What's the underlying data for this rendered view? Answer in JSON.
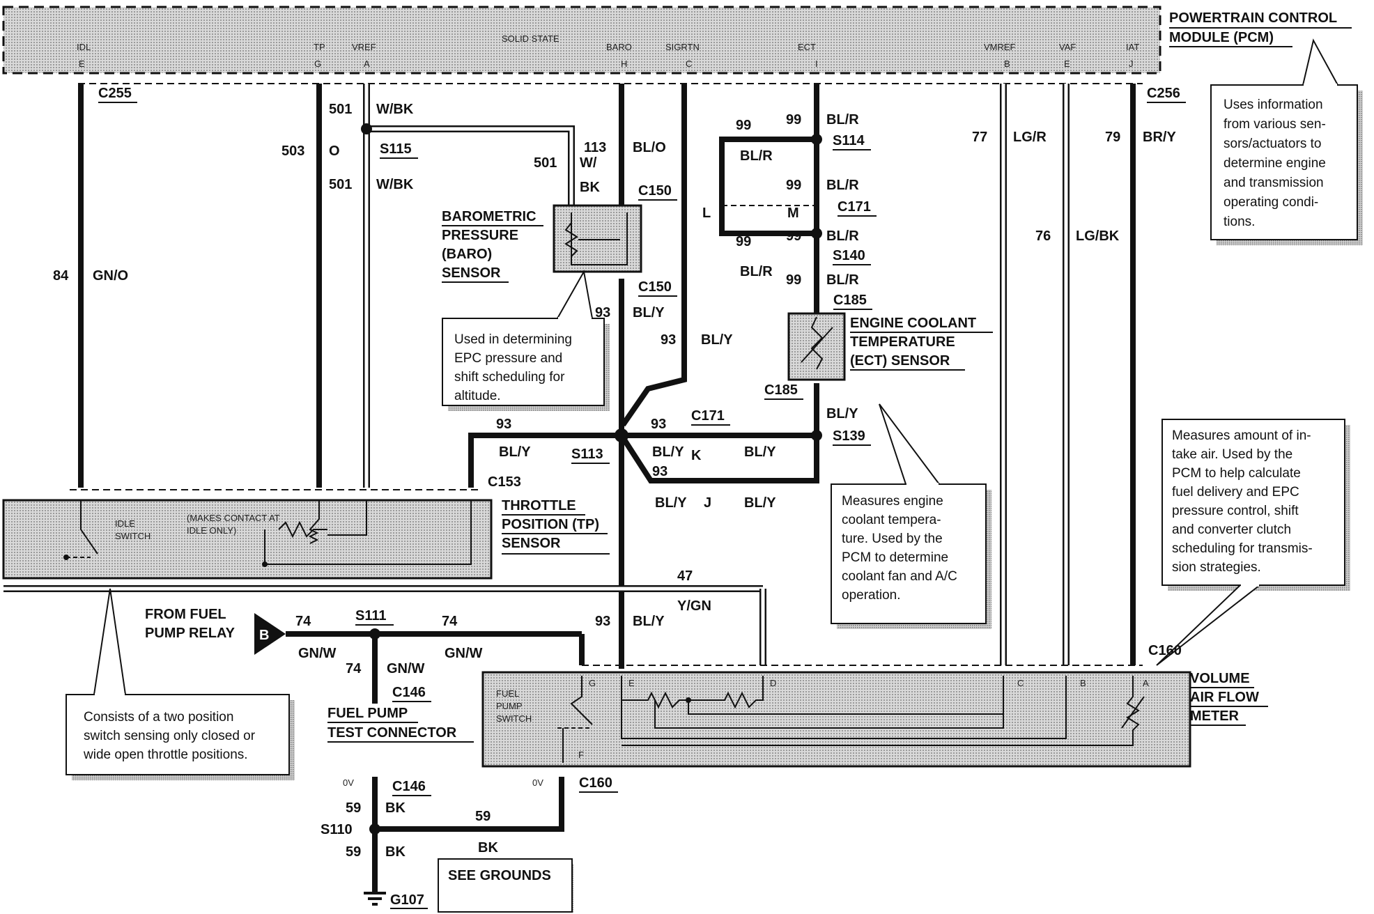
{
  "pcm": {
    "title_line1": "POWERTRAIN CONTROL",
    "title_line2": "MODULE (PCM)",
    "solid_state": "SOLID STATE",
    "pins": [
      {
        "name": "IDL",
        "letter": "E"
      },
      {
        "name": "TP",
        "letter": "G"
      },
      {
        "name": "VREF",
        "letter": "A"
      },
      {
        "name": "BARO",
        "letter": "H"
      },
      {
        "name": "SIGRTN",
        "letter": "C"
      },
      {
        "name": "ECT",
        "letter": "I"
      },
      {
        "name": "VMREF",
        "letter": "B"
      },
      {
        "name": "VAF",
        "letter": "E"
      },
      {
        "name": "IAT",
        "letter": "J"
      }
    ],
    "note": [
      "Uses information",
      "from various sen-",
      "sors/actuators to",
      "determine engine",
      "and transmission",
      "operating condi-",
      "tions."
    ]
  },
  "connectors": {
    "c255": "C255",
    "c256": "C256",
    "c150": "C150",
    "c171": "C171",
    "c185": "C185",
    "c153": "C153",
    "c146": "C146",
    "c160": "C160"
  },
  "splices": {
    "s115": "S115",
    "s114": "S114",
    "s140": "S140",
    "s139": "S139",
    "s113": "S113",
    "s111": "S111",
    "s110": "S110"
  },
  "wires": {
    "w84": "84",
    "gno": "GN/O",
    "w503": "503",
    "o": "O",
    "w501": "501",
    "wbk": "W/BK",
    "wslash": "W/",
    "bk": "BK",
    "w113": "113",
    "blo": "BL/O",
    "w93": "93",
    "bly": "BL/Y",
    "w99": "99",
    "blr": "BL/R",
    "w77": "77",
    "lgr": "LG/R",
    "w76": "76",
    "lgbk": "LG/BK",
    "w79": "79",
    "bry": "BR/Y",
    "w47": "47",
    "ygn": "Y/GN",
    "w74": "74",
    "gnw": "GN/W",
    "w59": "59",
    "ov": "0V",
    "pin_l": "L",
    "pin_m": "M",
    "pin_k": "K",
    "pin_j": "J"
  },
  "baro": {
    "title": [
      "BAROMETRIC",
      "PRESSURE",
      "(BARO)",
      "SENSOR"
    ],
    "note": [
      "Used in determining",
      "EPC pressure and",
      "shift scheduling for",
      "altitude."
    ]
  },
  "ect": {
    "title": [
      "ENGINE COOLANT",
      "TEMPERATURE",
      "(ECT) SENSOR"
    ],
    "note": [
      "Measures engine",
      "coolant tempera-",
      "ture.  Used by the",
      "PCM to determine",
      "coolant fan and A/C",
      "operation."
    ]
  },
  "tp": {
    "title": [
      "THROTTLE",
      "POSITION (TP)",
      "SENSOR"
    ],
    "idle_switch": [
      "IDLE",
      "SWITCH"
    ],
    "makes_contact": [
      "(MAKES CONTACT AT",
      "IDLE ONLY)"
    ],
    "note": [
      "Consists of a two position",
      "switch sensing only closed or",
      "wide open throttle positions."
    ]
  },
  "fuel": {
    "from_relay": [
      "FROM FUEL",
      "PUMP RELAY"
    ],
    "relay_letter": "B",
    "test_connector": [
      "FUEL PUMP",
      "TEST CONNECTOR"
    ],
    "pump_switch": [
      "FUEL",
      "PUMP",
      "SWITCH"
    ]
  },
  "vaf": {
    "title": [
      "VOLUME",
      "AIR FLOW",
      "METER"
    ],
    "pins": [
      "G",
      "E",
      "D",
      "C",
      "B",
      "A",
      "F"
    ],
    "note": [
      "Measures amount of in-",
      "take air. Used by the",
      "PCM to help calculate",
      "fuel delivery and EPC",
      "pressure control, shift",
      "and converter clutch",
      "scheduling for transmis-",
      "sion strategies."
    ]
  },
  "ground": {
    "g107": "G107",
    "see_grounds": "SEE GROUNDS"
  }
}
